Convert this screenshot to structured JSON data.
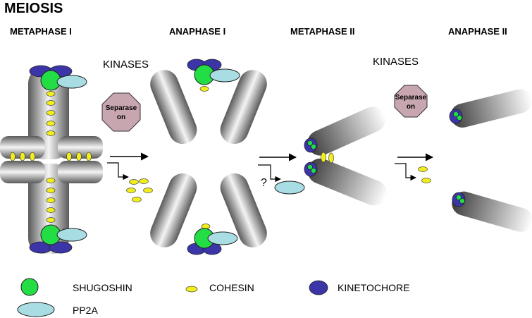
{
  "title": "MEIOSIS",
  "stages": {
    "metaphase1": "METAPHASE I",
    "anaphase1": "ANAPHASE I",
    "metaphase2": "METAPHASE II",
    "anaphase2": "ANAPHASE II"
  },
  "labels": {
    "kinases_1": "KINASES",
    "kinases_2": "KINASES",
    "question_mark": "?"
  },
  "separase_sign_1": {
    "line1": "Separase",
    "line2": "on"
  },
  "separase_sign_2": {
    "line1": "Separase",
    "line2": "on"
  },
  "legend": {
    "shugoshin": "SHUGOSHIN",
    "cohesin": "COHESIN",
    "kinetochore": "KINETOCHORE",
    "pp2a": "PP2A"
  },
  "colors": {
    "shugoshin": "#22dd44",
    "cohesin": "#f2ee1c",
    "kinetochore": "#3b35a8",
    "pp2a": "#a8dde4",
    "separase": "#c8a6b0",
    "chromatid_dark": "#5a5a5a",
    "chromatid_light": "#f2f2f2"
  }
}
